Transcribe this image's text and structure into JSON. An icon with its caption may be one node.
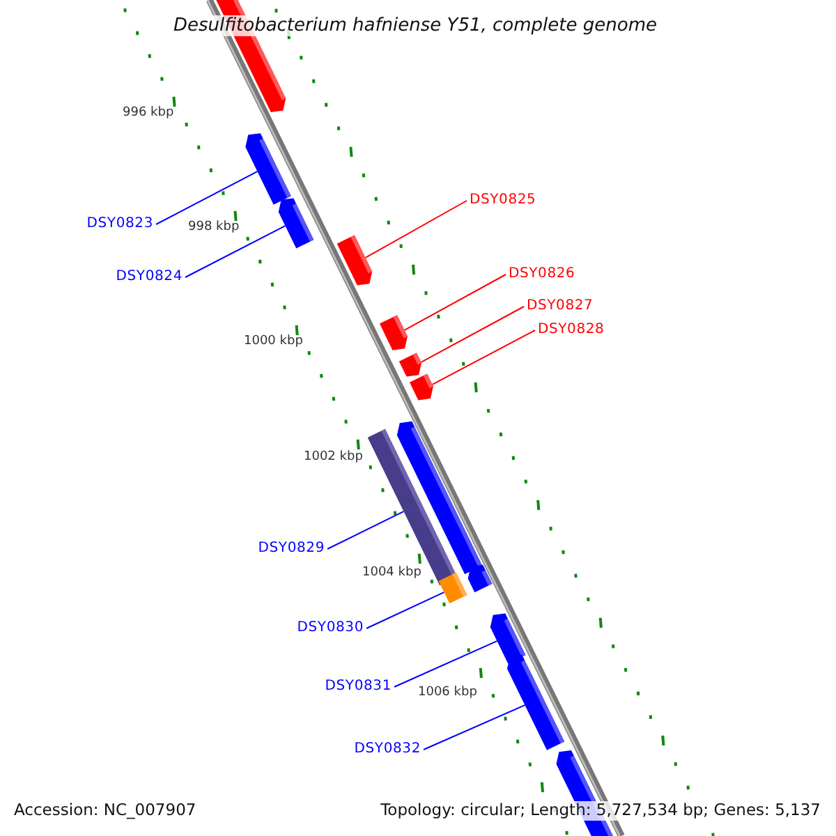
{
  "diagram": {
    "title": "Desulfitobacterium hafniense Y51, complete genome",
    "nodes": [
      {
        "text": [],
        "shape": "bar"
      },
      {
        "text": [],
        "shape": "bar"
      },
      {
        "text": [
          "DSY0823"
        ]
      },
      {
        "text": [
          "DSY0825"
        ]
      },
      {
        "text": [],
        "shape": "bar"
      },
      {
        "text": [
          "DSY0824"
        ]
      },
      {
        "text": [],
        "shape": "bar"
      },
      {
        "text": [
          "DSY0826"
        ]
      },
      {
        "text": [
          "DSY0827"
        ]
      },
      {
        "text": [
          "DSY0828"
        ]
      },
      {
        "text": [],
        "shape": "bar"
      },
      {
        "text": [],
        "shape": "bar"
      },
      {
        "text": [],
        "shape": "bar"
      },
      {
        "text": [],
        "shape": "bar"
      },
      {
        "text": [],
        "shape": "box"
      },
      {
        "text": [
          "DSY0829"
        ]
      },
      {
        "text": [],
        "shape": "bar"
      },
      {
        "text": [],
        "shape": "box"
      },
      {
        "text": [
          "DSY0830"
        ]
      },
      {
        "text": [],
        "shape": "bar"
      },
      {
        "text": [
          "DSY0831"
        ]
      },
      {
        "text": [],
        "shape": "bar"
      },
      {
        "text": [
          "DSY0832"
        ]
      },
      {
        "text": [],
        "shape": "bar"
      }
    ],
    "edges": [
      {
        "from": 2,
        "to": 1,
        "arrow": "none"
      },
      {
        "from": 5,
        "to": 4,
        "arrow": "none"
      },
      {
        "from": 3,
        "to": 6,
        "arrow": "none",
        "color": "#ff0000"
      },
      {
        "from": 7,
        "to": 10,
        "arrow": "none",
        "color": "#ff0000"
      },
      {
        "from": 8,
        "to": 11,
        "arrow": "none",
        "color": "#ff0000"
      },
      {
        "from": 9,
        "to": 12,
        "arrow": "none",
        "color": "#ff0000"
      },
      {
        "from": 15,
        "to": 14,
        "arrow": "none"
      },
      {
        "from": 18,
        "to": 17,
        "arrow": "none"
      },
      {
        "from": 20,
        "to": 19,
        "arrow": "none"
      },
      {
        "from": 22,
        "to": 21,
        "arrow": "none"
      }
    ],
    "labels": [
      "996 kbp",
      "998 kbp",
      "1000 kbp",
      "1002 kbp",
      "1004 kbp",
      "1006 kbp",
      "Accession: NC_007907",
      "Topology: circular; Length: 5,727,534 bp; Genes: 5,137"
    ]
  }
}
